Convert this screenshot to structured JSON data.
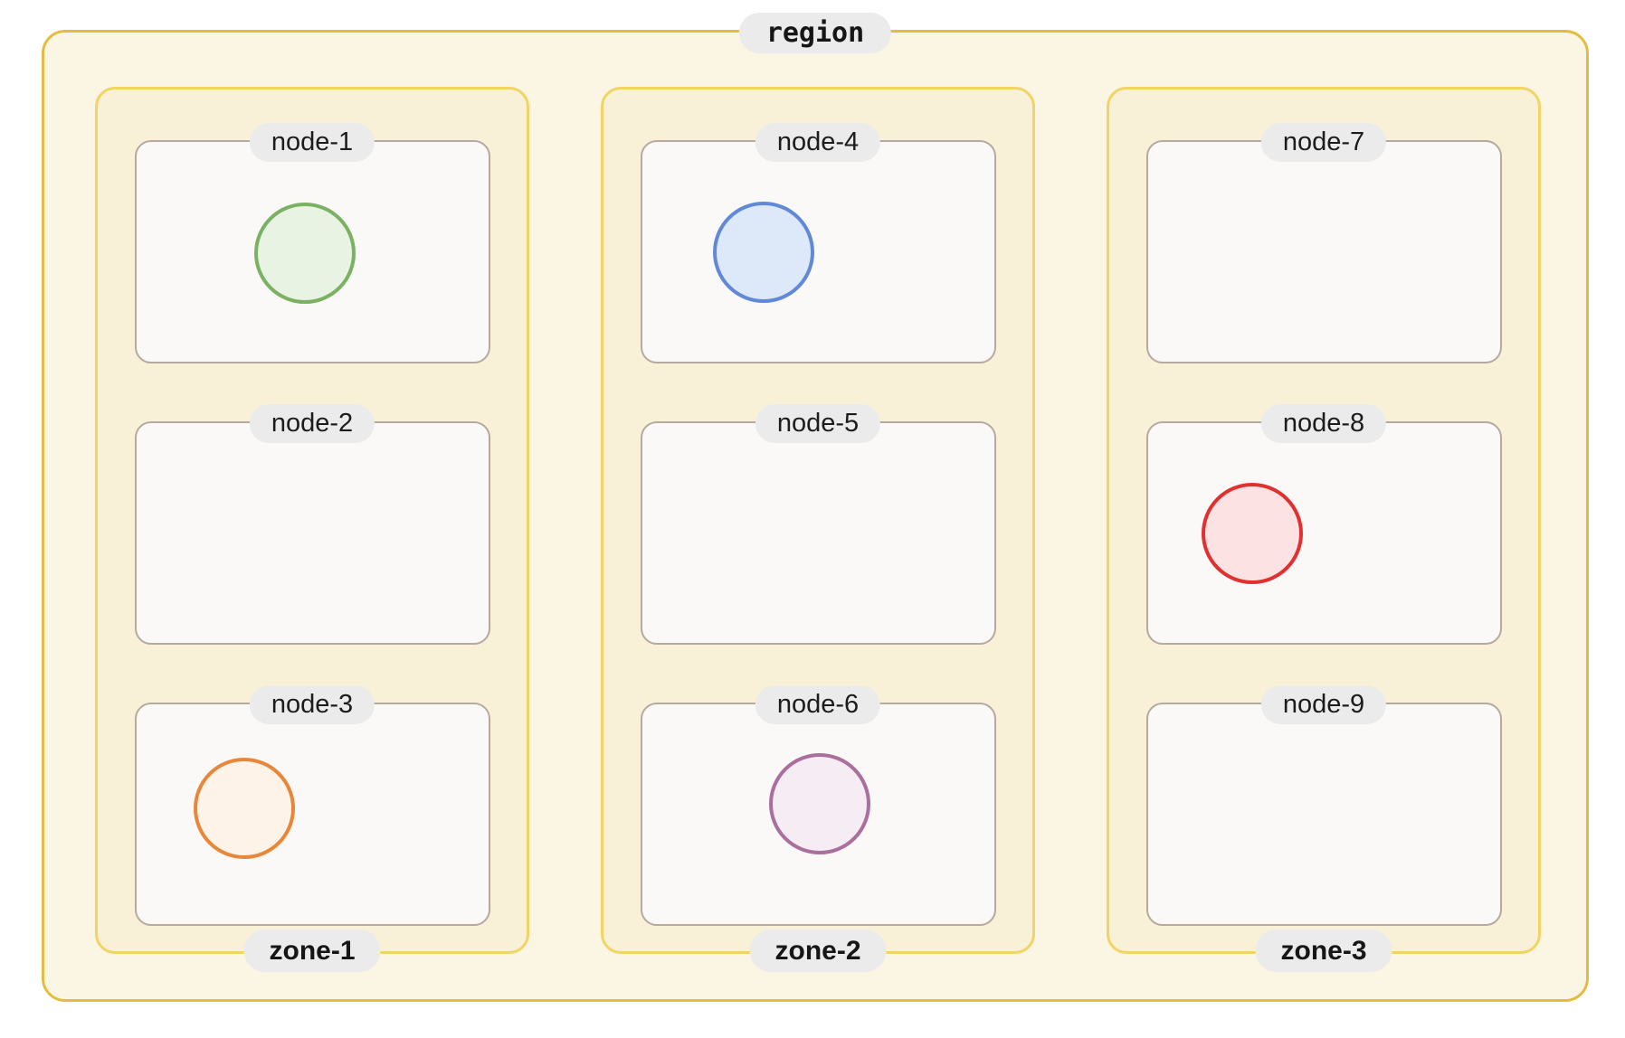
{
  "region": {
    "label": "region",
    "border_color": "#e5bc42",
    "background_color": "#fbf5e3",
    "zones": [
      {
        "label": "zone-1",
        "border_color": "#f3d363",
        "background_color": "#f8f0d7",
        "nodes": [
          {
            "label": "node-1",
            "pod": {
              "color_name": "green",
              "stroke": "#7ab163",
              "fill": "#e9f3e4"
            }
          },
          {
            "label": "node-2",
            "pod": null
          },
          {
            "label": "node-3",
            "pod": {
              "color_name": "orange",
              "stroke": "#e8873a",
              "fill": "#fdf3e8"
            }
          }
        ]
      },
      {
        "label": "zone-2",
        "border_color": "#f3d363",
        "background_color": "#f8f0d7",
        "nodes": [
          {
            "label": "node-4",
            "pod": {
              "color_name": "blue",
              "stroke": "#6189d8",
              "fill": "#dde8f9"
            }
          },
          {
            "label": "node-5",
            "pod": null
          },
          {
            "label": "node-6",
            "pod": {
              "color_name": "purple",
              "stroke": "#ab6f9e",
              "fill": "#f5edf3"
            }
          }
        ]
      },
      {
        "label": "zone-3",
        "border_color": "#f3d363",
        "background_color": "#f8f0d7",
        "nodes": [
          {
            "label": "node-7",
            "pod": null
          },
          {
            "label": "node-8",
            "pod": {
              "color_name": "red",
              "stroke": "#e03131",
              "fill": "#fce2e2"
            }
          },
          {
            "label": "node-9",
            "pod": null
          }
        ]
      }
    ]
  },
  "node_style": {
    "border_color": "#b6a99f",
    "background_color": "#faf9f7",
    "label_pill_color": "#ebebeb"
  }
}
